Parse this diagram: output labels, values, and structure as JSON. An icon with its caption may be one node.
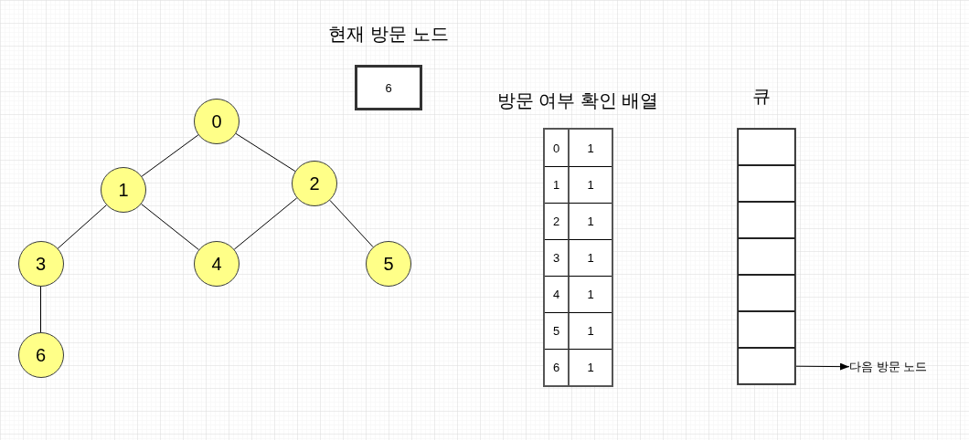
{
  "diagram": {
    "nodes": [
      {
        "text": [
          "현재 방문 노드",
          "6"
        ]
      },
      {
        "text": [
          "0"
        ]
      },
      {
        "text": [
          "1"
        ]
      },
      {
        "text": [
          "2"
        ]
      },
      {
        "text": [
          "3"
        ]
      },
      {
        "text": [
          "4"
        ]
      },
      {
        "text": [
          "5"
        ]
      },
      {
        "text": [
          "6"
        ]
      },
      {
        "text": [
          "방문 여부 확인 배열"
        ]
      },
      {
        "text": [
          "큐"
        ]
      },
      {
        "text": [],
        "shape": "box",
        "in": 9
      },
      {
        "text": [],
        "shape": "box",
        "in": 9
      },
      {
        "text": [],
        "shape": "box",
        "in": 9
      },
      {
        "text": [],
        "shape": "box",
        "in": 9
      },
      {
        "text": [],
        "shape": "box",
        "in": 9
      },
      {
        "text": [],
        "shape": "box",
        "in": 9
      },
      {
        "text": [],
        "shape": "box",
        "in": 9
      },
      {
        "text": [
          "다음 방문 노드"
        ]
      }
    ],
    "edges": [
      {
        "from": 1,
        "to": 2,
        "arrow": "none"
      },
      {
        "from": 1,
        "to": 3,
        "arrow": "none"
      },
      {
        "from": 2,
        "to": 4,
        "arrow": "none"
      },
      {
        "from": 2,
        "to": 5,
        "arrow": "none"
      },
      {
        "from": 3,
        "to": 5,
        "arrow": "none"
      },
      {
        "from": 3,
        "to": 6,
        "arrow": "none"
      },
      {
        "from": 4,
        "to": 7,
        "arrow": "none"
      },
      {
        "from": 16,
        "to": 17,
        "arrow": "to"
      }
    ],
    "labels": [
      "0",
      "1",
      "1",
      "1",
      "2",
      "1",
      "3",
      "1",
      "4",
      "1",
      "5",
      "1",
      "6",
      "1"
    ]
  }
}
